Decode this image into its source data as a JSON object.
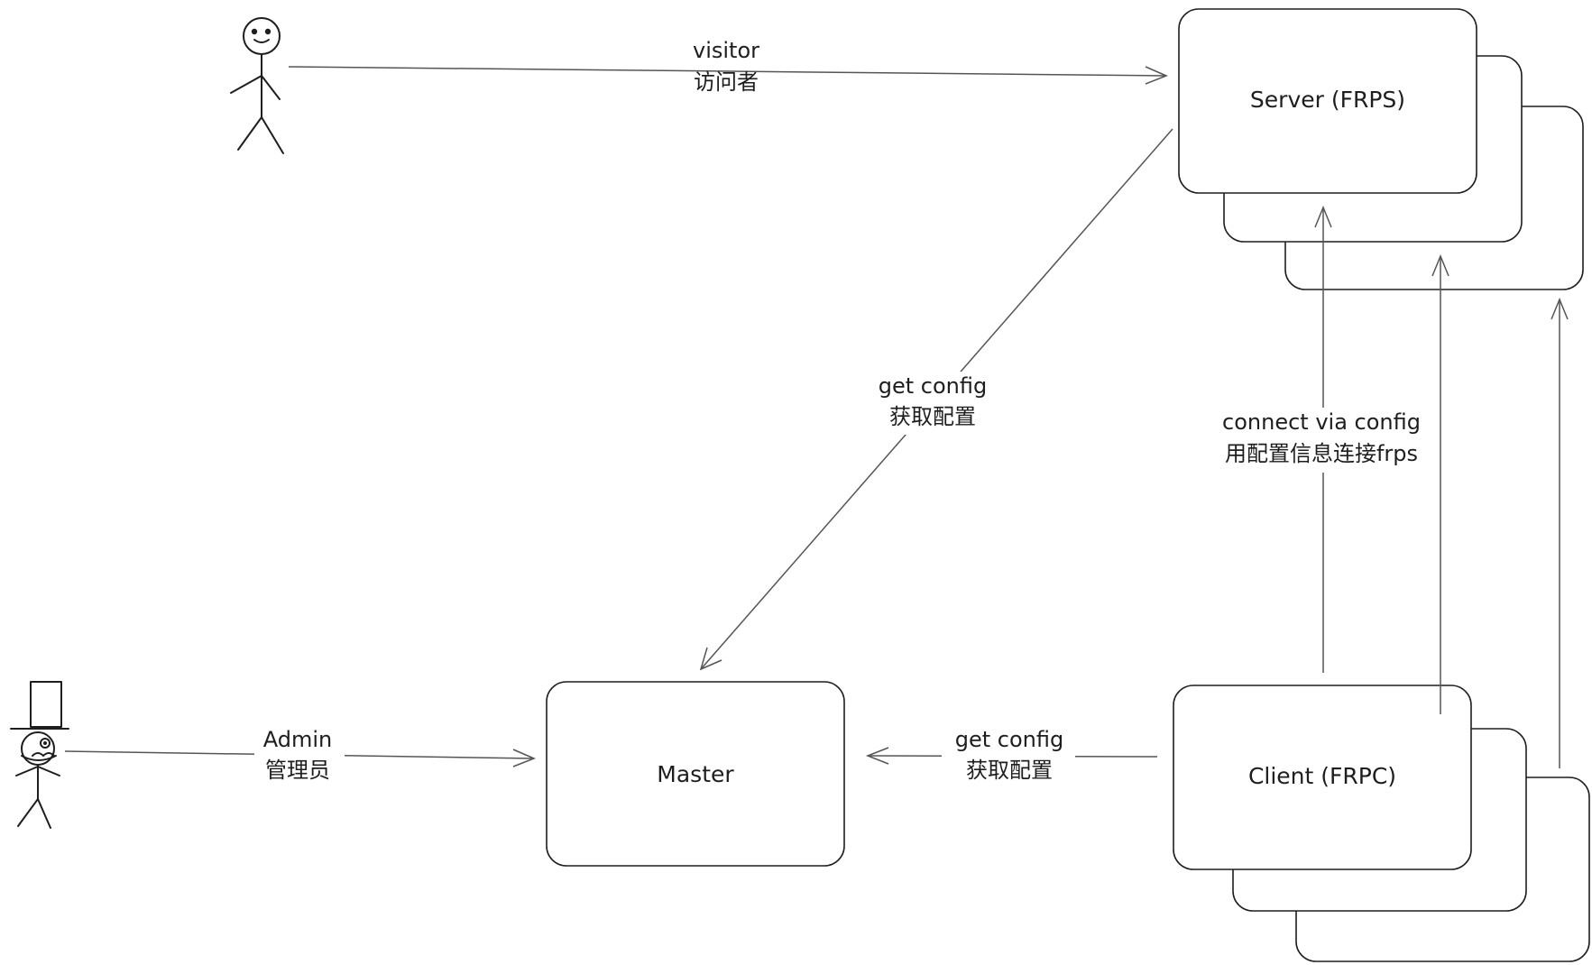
{
  "nodes": {
    "server": {
      "label": "Server (FRPS)"
    },
    "master": {
      "label": "Master"
    },
    "client": {
      "label": "Client (FRPC)"
    }
  },
  "actors": {
    "visitor": {
      "icon": "stick-figure-icon"
    },
    "admin": {
      "icon": "top-hat-figure-icon"
    }
  },
  "edges": {
    "visitor_to_server": {
      "line1": "visitor",
      "line2": "访问者"
    },
    "server_to_master": {
      "line1": "get config",
      "line2": "获取配置"
    },
    "admin_to_master": {
      "line1": "Admin",
      "line2": "管理员"
    },
    "client_to_master": {
      "line1": "get config",
      "line2": "获取配置"
    },
    "client_to_server": {
      "line1": "connect via config",
      "line2": "用配置信息连接frps"
    }
  },
  "colors": {
    "stroke": "#1e1e1e",
    "arrow": "#555555",
    "background": "#ffffff"
  }
}
